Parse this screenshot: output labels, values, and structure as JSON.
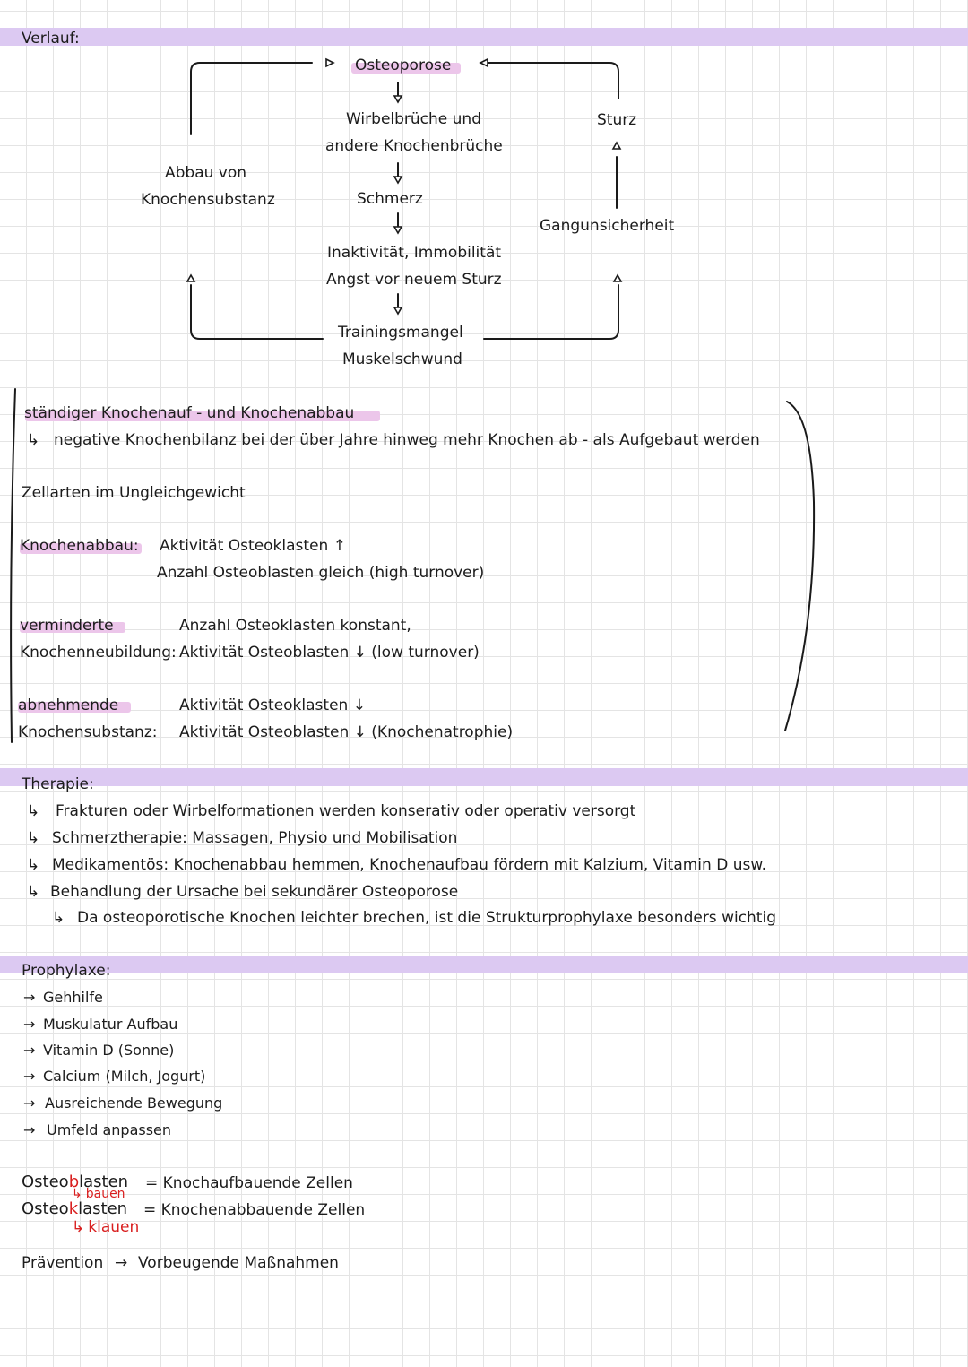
{
  "verlauf": {
    "heading": "Verlauf:",
    "center": {
      "osteoporose": "Osteoporose",
      "wirbel1": "Wirbelbrüche und",
      "wirbel2": "andere Knochenbrüche",
      "schmerz": "Schmerz",
      "inaktiv1": "Inaktivität, Immobilität",
      "inaktiv2": "Angst vor neuem Sturz",
      "training1": "Trainingsmangel",
      "training2": "Muskelschwund"
    },
    "left1": "Abbau von",
    "left2": "Knochensubstanz",
    "right_top": "Sturz",
    "right_mid": "Gangunsicherheit"
  },
  "bilanz": {
    "line1": "ständiger Knochenauf - und Knochenabbau",
    "line2": "negative Knochenbilanz bei der über Jahre hinweg mehr Knochen ab - als Aufgebaut werden",
    "zellarten": "Zellarten im Ungleichgewicht",
    "abbau_label": "Knochenabbau:",
    "abbau_l1": "Aktivität Osteoklasten ↑",
    "abbau_l2": "Anzahl Osteoblasten gleich (high turnover)",
    "vermind_label1": "verminderte",
    "vermind_label2": "Knochenneubildung:",
    "vermind_l1": "Anzahl Osteoklasten konstant,",
    "vermind_l2": "Aktivität Osteoblasten ↓ (low turnover)",
    "abnehm_label1": "abnehmende",
    "abnehm_label2": "Knochensubstanz:",
    "abnehm_l1": "Aktivität Osteoklasten ↓",
    "abnehm_l2": "Aktivität Osteoblasten ↓ (Knochenatrophie)"
  },
  "therapie": {
    "heading": "Therapie:",
    "items": [
      "Frakturen oder Wirbelformationen werden konserativ oder operativ versorgt",
      "Schmerztherapie: Massagen, Physio und Mobilisation",
      "Medikamentös: Knochenabbau hemmen, Knochenaufbau fördern mit Kalzium, Vitamin D usw.",
      "Behandlung der Ursache bei sekundärer Osteoporose"
    ],
    "sub": "Da osteoporotische Knochen leichter brechen, ist die Strukturprophylaxe besonders wichtig"
  },
  "prophylaxe": {
    "heading": "Prophylaxe:",
    "items": [
      "Gehhilfe",
      "Muskulatur Aufbau",
      "Vitamin D (Sonne)",
      "Calcium (Milch, Jogurt)",
      "Ausreichende Bewegung",
      "Umfeld anpassen"
    ]
  },
  "merk": {
    "blasten_pre": "Osteo",
    "blasten_b": "b",
    "blasten_post": "lasten",
    "blasten_def": "= Knochaufbauende Zellen",
    "blasten_hint": "bauen",
    "klasten_pre": "Osteo",
    "klasten_k": "k",
    "klasten_post": "lasten",
    "klasten_def": "= Knochenabbauende Zellen",
    "klasten_hint": "klauen",
    "praevention_word": "Prävention",
    "praevention_def": "Vorbeugende Maßnahmen"
  },
  "colors": {
    "band": "#dcc9f2",
    "highlight": "#ecc6ea",
    "red": "#d91f1f"
  }
}
